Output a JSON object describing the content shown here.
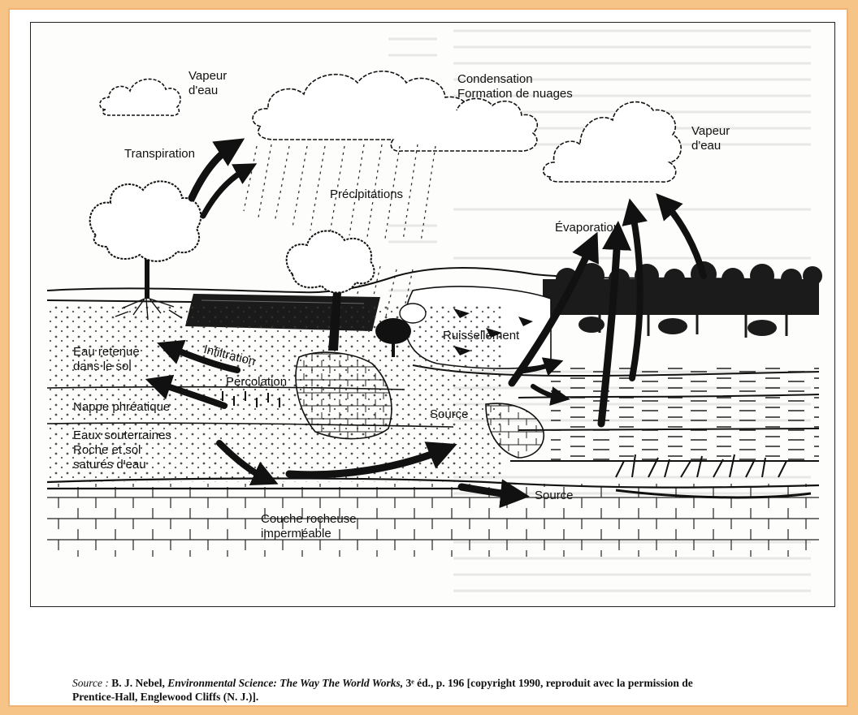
{
  "labels": {
    "vapeur_left_1": "Vapeur",
    "vapeur_left_2": "d'eau",
    "condensation": "Condensation",
    "formation": "Formation de nuages",
    "vapeur_right_1": "Vapeur",
    "vapeur_right_2": "d'eau",
    "transpiration": "Transpiration",
    "precipitations": "Précipitations",
    "evaporation": "Évaporation",
    "ruissellement": "Ruissellement",
    "eau_retenue_1": "Eau retenue",
    "eau_retenue_2": "dans le sol",
    "infiltration": "Infiltration",
    "percolation": "Percolation",
    "nappe": "Nappe phréatique",
    "source_mid": "Source",
    "eaux_sout": "Eaux souterraines",
    "roche_sol": "Roche et sol",
    "satures": "saturés d'eau",
    "source_low": "Source",
    "couche_1": "Couche rocheuse",
    "couche_2": "imperméable"
  },
  "caption": {
    "source_label": "Source :",
    "author": "B. J. Nebel,",
    "book_title": "Environmental Science: The Way The World Works,",
    "edition_text": "3ᵉ éd., p. 196 [copyright 1990, reproduit avec la permission de",
    "line2": "Prentice-Hall, Englewood Cliffs (N. J.)]."
  }
}
